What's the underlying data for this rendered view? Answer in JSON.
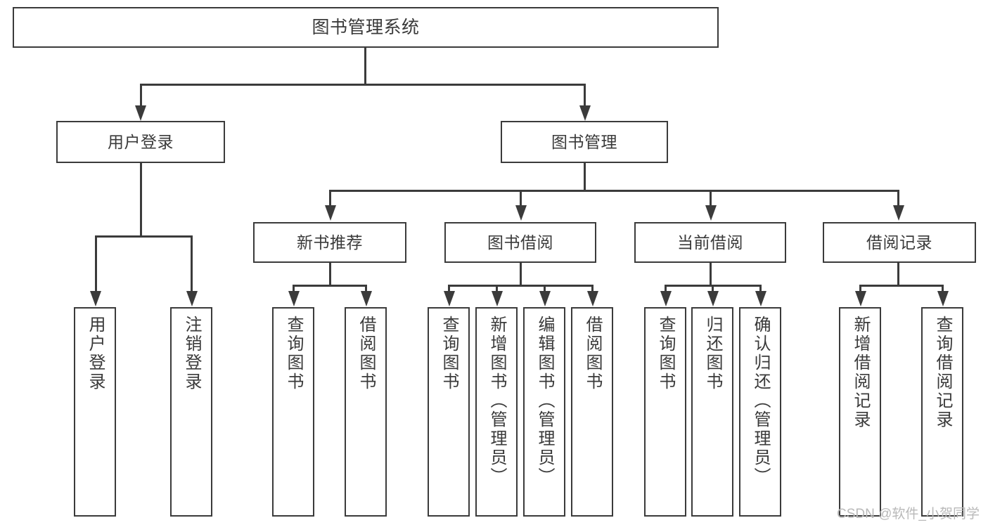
{
  "diagram": {
    "type": "tree-hierarchy-chart",
    "title": "图书管理系统",
    "orientation": "top-down",
    "colors": {
      "box_border": "#3b3b3b",
      "box_fill": "#ffffff",
      "text": "#3a3a3a",
      "connector": "#3b3b3b",
      "watermark": "#b9b9b9",
      "background": "#ffffff"
    },
    "root": {
      "label": "图书管理系统"
    },
    "level2": [
      {
        "label": "用户登录"
      },
      {
        "label": "图书管理"
      }
    ],
    "level3": [
      {
        "label": "新书推荐"
      },
      {
        "label": "图书借阅"
      },
      {
        "label": "当前借阅"
      },
      {
        "label": "借阅记录"
      }
    ],
    "leaves": {
      "user_login": [
        {
          "label": "用户登录"
        },
        {
          "label": "注销登录"
        }
      ],
      "new_book_recommend": [
        {
          "label": "查询图书"
        },
        {
          "label": "借阅图书"
        }
      ],
      "book_borrow": [
        {
          "label": "查询图书"
        },
        {
          "label": "新增图书（管理员）"
        },
        {
          "label": "编辑图书（管理员）"
        },
        {
          "label": "借阅图书"
        }
      ],
      "current_borrow": [
        {
          "label": "查询图书"
        },
        {
          "label": "归还图书"
        },
        {
          "label": "确认归还（管理员）"
        }
      ],
      "borrow_record": [
        {
          "label": "新增借阅记录"
        },
        {
          "label": "查询借阅记录"
        }
      ]
    }
  },
  "watermark": {
    "text": "CSDN @软件_小贺同学"
  }
}
